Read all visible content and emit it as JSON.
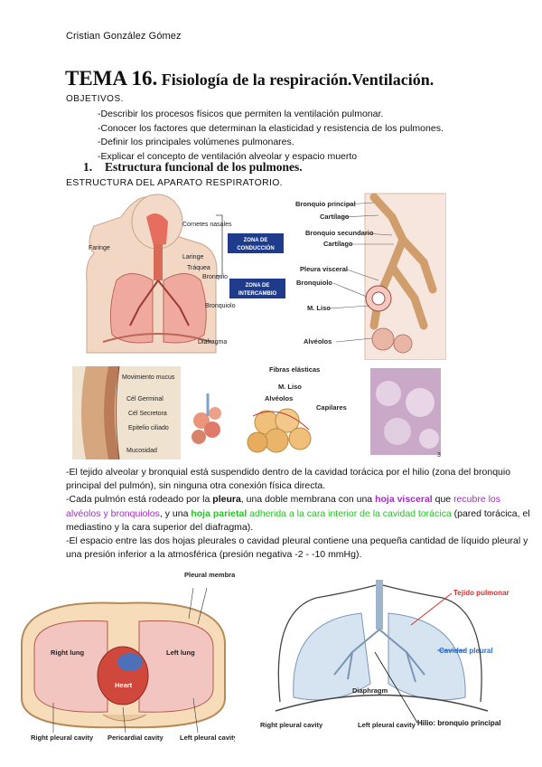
{
  "author": "Cristian González Gómez",
  "title": {
    "number": "TEMA 16.",
    "text": " Fisiología de la respiración.Ventilación."
  },
  "objectives": {
    "heading": "OBJETIVOS.",
    "items": [
      "-Describir los procesos físicos que permiten la ventilación pulmonar.",
      "-Conocer los factores que determinan la elasticidad y resistencia de los pulmones.",
      "-Definir los principales volúmenes pulmonares.",
      "-Explicar el concepto de ventilación alveolar y espacio muerto"
    ]
  },
  "section1": {
    "number": "1.",
    "title": "Estructura funcional de los pulmones."
  },
  "subheading": "ESTRUCTURA DEL APARATO RESPIRATORIO.",
  "figure1": {
    "left_labels": [
      "Faringe",
      "Cornetes nasales",
      "Laringe",
      "Tráquea",
      "Bronquio",
      "Bronquiolo",
      "Diafragma"
    ],
    "zone_conduction": [
      "ZONA DE",
      "CONDUCCIÓN"
    ],
    "zone_exchange": [
      "ZONA DE",
      "INTERCAMBIO"
    ],
    "right_labels": [
      "Bronquio principal",
      "Cartílago",
      "Bronquio secundario",
      "Cartílago",
      "Pleura visceral",
      "Bronquiolo",
      "M. Liso",
      "Alvéolos"
    ]
  },
  "figure2": {
    "epi_labels": [
      "Movimiento mucus",
      "Cél Germinal",
      "Cél Secretora",
      "Epitelio ciliado",
      "Mucosidad"
    ],
    "alv_labels": [
      "Fibras elásticas",
      "M. Liso",
      "Alvéolos",
      "Capilares"
    ],
    "page_mark": "3"
  },
  "paragraphs": {
    "p1": "-El tejido alveolar y bronquial está suspendido dentro de la cavidad torácica por el hilio (zona del bronquio principal del pulmón), sin ninguna otra conexión física directa.",
    "p2_a": "-Cada pulmón está rodeado por la ",
    "p2_b": "pleura",
    "p2_c": ", una doble membrana con una ",
    "p2_d": "hoja visceral",
    "p2_e": " que ",
    "p2_f": "recubre los alvéolos y bronquiolos",
    "p2_g": ", y una ",
    "p2_h": "hoja parietal",
    "p2_i": " adherida a la cara interior de la cavidad torácica",
    "p2_j": " (pared torácica, el mediastino y la cara superior del diafragma).",
    "p3": "-El espacio entre las dos hojas pleurales o cavidad pleural contiene una pequeña cantidad de líquido pleural y una presión inferior a la atmosférica (presión negativa -2 - -10 mmHg)."
  },
  "figure3": {
    "labels": [
      "Pleural membranes",
      "Right lung",
      "Left lung",
      "Heart",
      "Right pleural cavity",
      "Pericardial cavity",
      "Left pleural cavity"
    ]
  },
  "figure4": {
    "labels": [
      "Tejido pulmonar",
      "Cavidad pleural",
      "Diaphragm",
      "Hilio: bronquio principal",
      "Right pleural cavity",
      "Left pleural cavity"
    ]
  },
  "colors": {
    "purple": "#a12fc4",
    "green": "#27c127",
    "zone_blue": "#1f3c8c",
    "red_label": "#d0312d",
    "blue_label": "#2b6cc4"
  }
}
